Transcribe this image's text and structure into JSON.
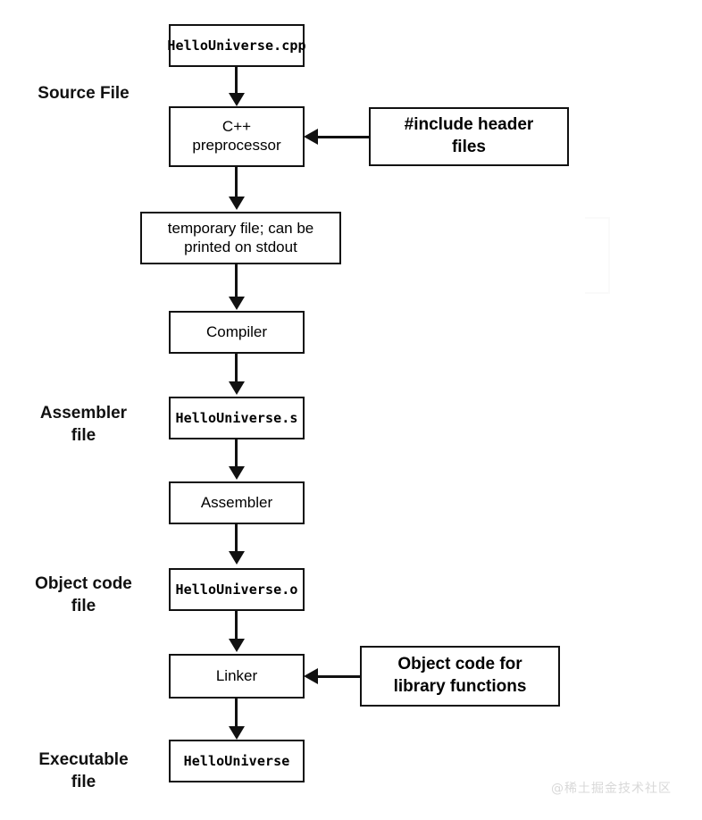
{
  "diagram": {
    "title": "C++ compilation pipeline",
    "stage_labels": [
      {
        "id": "source-file",
        "text": "Source File"
      },
      {
        "id": "assembler-file",
        "text": "Assembler\nfile"
      },
      {
        "id": "object-code-file",
        "text": "Object code\nfile"
      },
      {
        "id": "executable-file",
        "text": "Executable\nfile"
      }
    ],
    "nodes": [
      {
        "id": "source-cpp",
        "label": "HelloUniverse.cpp"
      },
      {
        "id": "preprocessor",
        "label": "C++\npreprocessor"
      },
      {
        "id": "include-headers",
        "label": "#include header\nfiles"
      },
      {
        "id": "temporary-file",
        "label": "temporary file; can be\nprinted on stdout"
      },
      {
        "id": "compiler",
        "label": "Compiler"
      },
      {
        "id": "assembly-file",
        "label": "HelloUniverse.s"
      },
      {
        "id": "assembler",
        "label": "Assembler"
      },
      {
        "id": "object-file",
        "label": "HelloUniverse.o"
      },
      {
        "id": "linker",
        "label": "Linker"
      },
      {
        "id": "library-object",
        "label": "Object code for\nlibrary functions"
      },
      {
        "id": "executable",
        "label": "HelloUniverse"
      }
    ],
    "watermark": "@稀土掘金技术社区",
    "colors": {
      "stroke": "#111111",
      "fill": "#ffffff",
      "text": "#000000",
      "watermark": "#d8d8d8"
    }
  }
}
